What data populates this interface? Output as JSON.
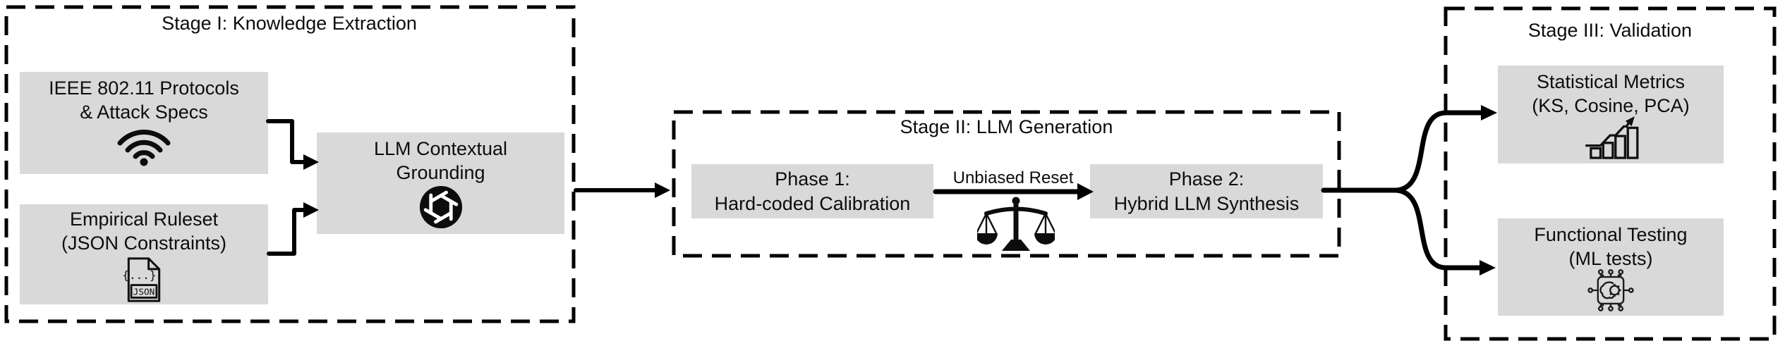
{
  "diagram": {
    "background": "#ffffff",
    "node_fill": "#d9d9d9",
    "line_color": "#000000"
  },
  "stages": {
    "stage1": {
      "title": "Stage I: Knowledge Extraction"
    },
    "stage2": {
      "title": "Stage II: LLM Generation"
    },
    "stage3": {
      "title": "Stage III: Validation"
    }
  },
  "nodes": {
    "ieee": {
      "line1": "IEEE 802.11 Protocols",
      "line2": "& Attack Specs",
      "icon": "wifi-icon"
    },
    "ruleset": {
      "line1": "Empirical Ruleset",
      "line2": "(JSON Constraints)",
      "icon": "json-file-icon",
      "icon_braces": "{...}",
      "icon_label": "JSON"
    },
    "grounding": {
      "line1": "LLM Contextual",
      "line2": "Grounding",
      "icon": "openai-logo-icon"
    },
    "phase1": {
      "line1": "Phase 1:",
      "line2": "Hard-coded Calibration"
    },
    "phase2": {
      "line1": "Phase 2:",
      "line2": "Hybrid LLM Synthesis"
    },
    "statistical": {
      "line1": "Statistical Metrics",
      "line2": "(KS, Cosine, PCA)",
      "icon": "growth-chart-icon"
    },
    "functional": {
      "line1": "Functional Testing",
      "line2": "(ML tests)",
      "icon": "ai-chip-icon"
    }
  },
  "connectors": {
    "phase_transition_label": "Unbiased Reset"
  }
}
